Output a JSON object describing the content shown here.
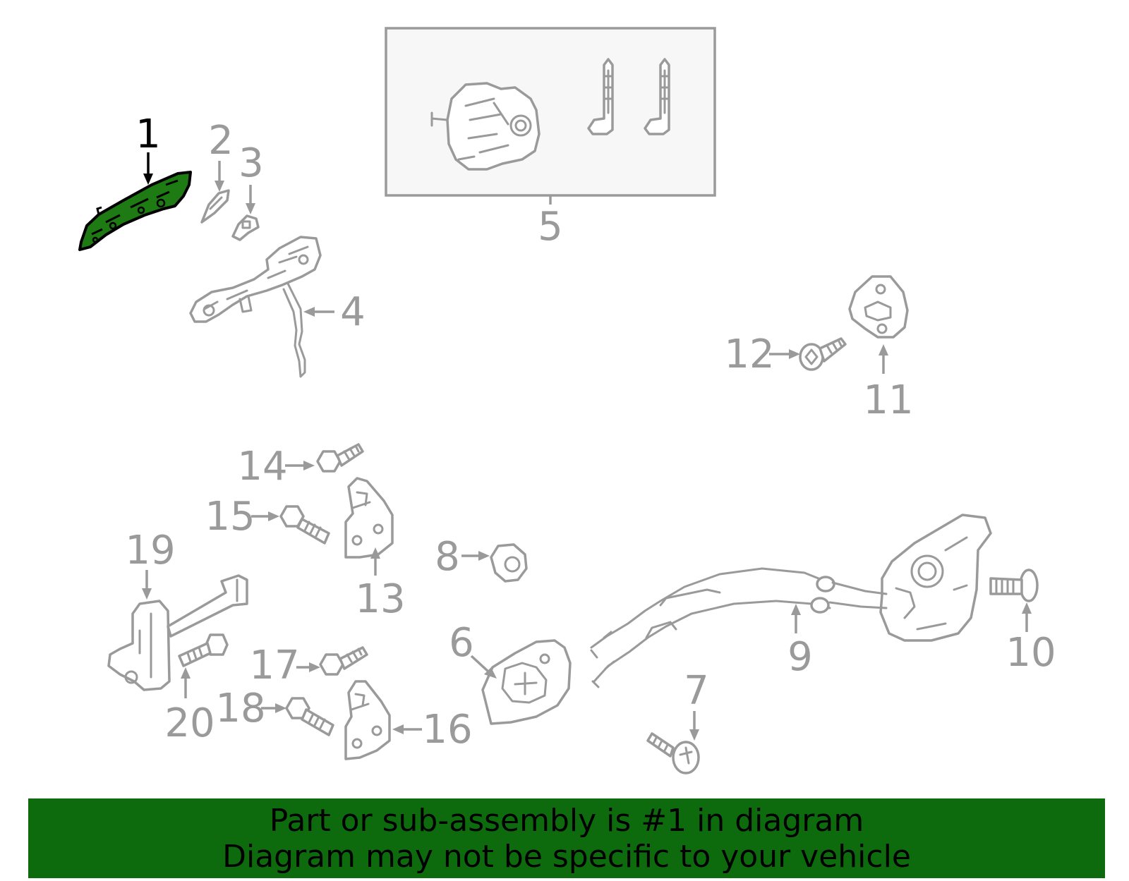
{
  "diagram": {
    "callouts": [
      "1",
      "2",
      "3",
      "4",
      "5",
      "6",
      "7",
      "8",
      "9",
      "10",
      "11",
      "12",
      "13",
      "14",
      "15",
      "16",
      "17",
      "18",
      "19",
      "20"
    ],
    "highlighted_part": "1",
    "colors": {
      "highlight_fill": "#1e7a12",
      "highlight_stroke": "#000000",
      "line": "#9a9a9a",
      "footer_bg": "#0d6b0d",
      "kit_box_bg": "#f7f7f7"
    }
  },
  "footer": {
    "line1": "Part or sub-assembly is #1 in diagram",
    "line2": "Diagram may not be specific to your vehicle"
  }
}
